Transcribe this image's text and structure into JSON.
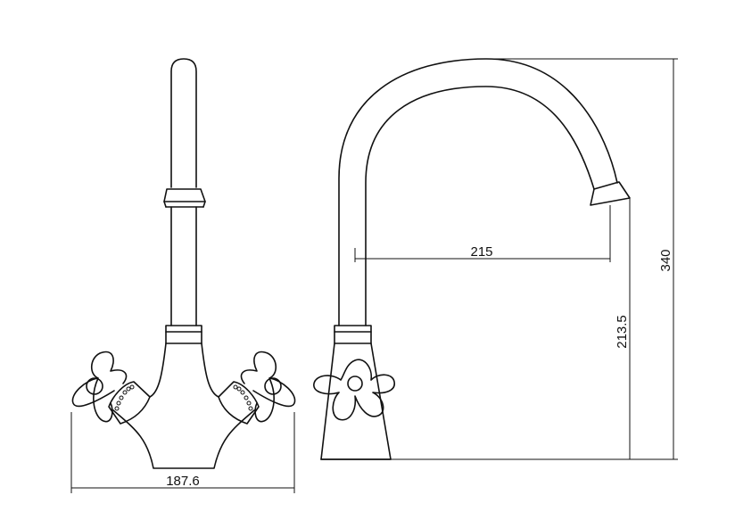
{
  "drawing": {
    "dimensions": {
      "base_width": "187.6",
      "spout_reach": "215",
      "spout_height": "213.5",
      "total_height": "340"
    }
  }
}
